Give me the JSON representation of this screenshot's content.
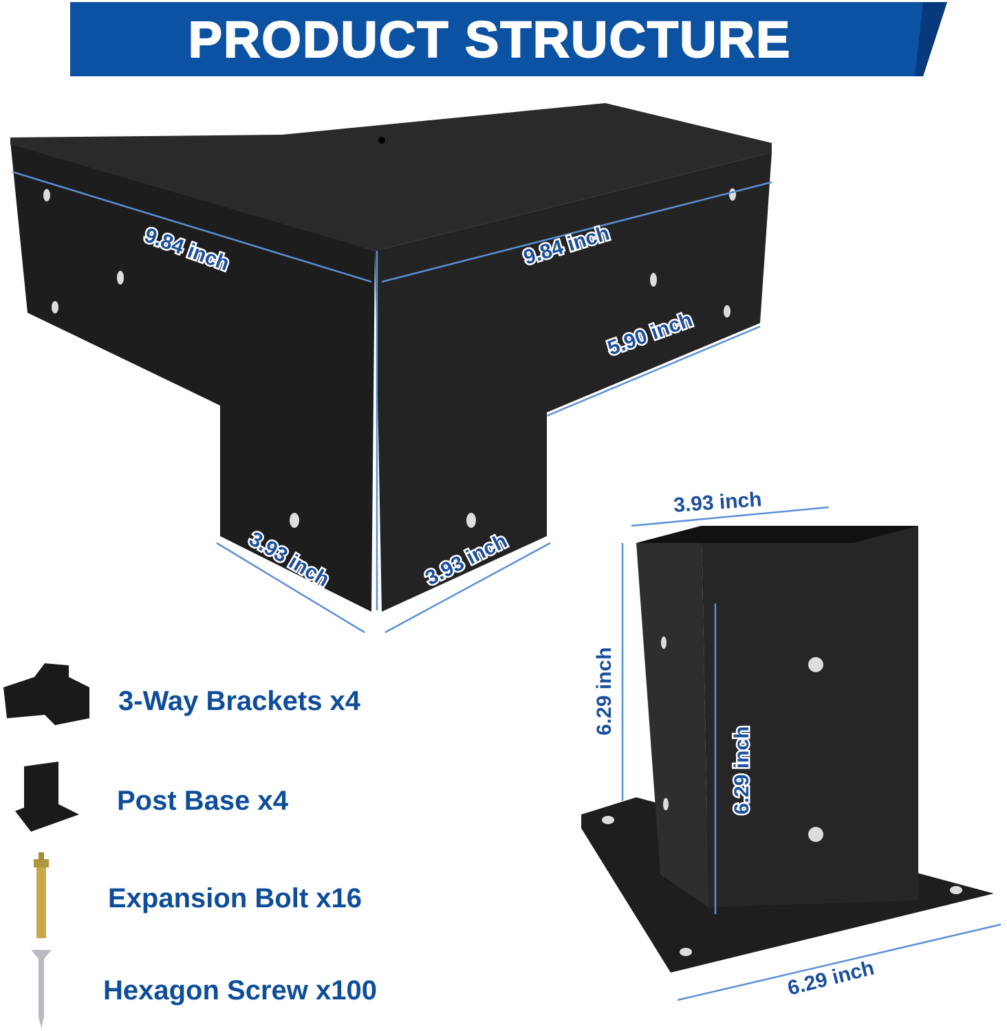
{
  "header": {
    "title": "PRODUCT STRUCTURE",
    "color": "#0c52a3"
  },
  "bracket_dimensions": {
    "left_arm_length": "9.84 inch",
    "right_arm_length": "9.84 inch",
    "arm_height": "5.90 inch",
    "leg_width_left": "3.93 inch",
    "leg_width_right": "3.93 inch"
  },
  "post_base_dimensions": {
    "top_width": "3.93 inch",
    "outer_height": "6.29 inch",
    "inner_height": "6.29 inch",
    "plate_width": "6.29 inch"
  },
  "contents": [
    {
      "icon": "bracket-icon",
      "label": "3-Way Brackets x4"
    },
    {
      "icon": "post-base-icon",
      "label": "Post Base x4"
    },
    {
      "icon": "expansion-bolt-icon",
      "label": "Expansion Bolt x16"
    },
    {
      "icon": "screw-icon",
      "label": "Hexagon Screw x100"
    }
  ]
}
